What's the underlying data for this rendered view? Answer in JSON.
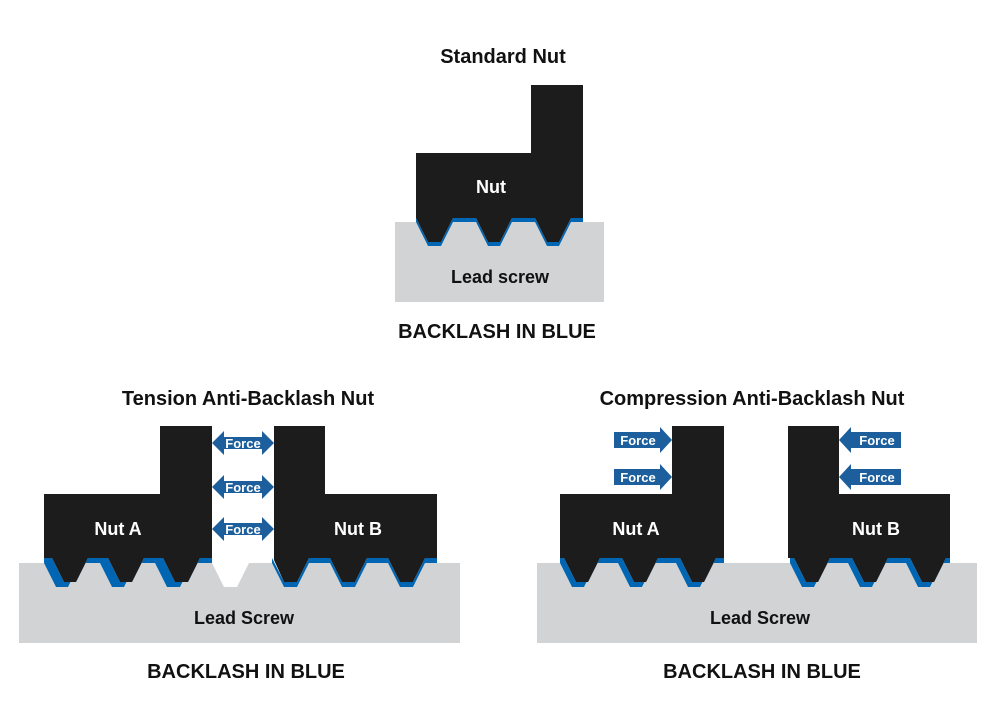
{
  "colors": {
    "nut": "#1c1c1c",
    "screw": "#d2d3d5",
    "backlash": "#0066b3",
    "arrow": "#1c5f9c",
    "text_dark": "#111111",
    "text_light": "#ffffff"
  },
  "standard": {
    "title": "Standard Nut",
    "nut_label": "Nut",
    "screw_label": "Lead screw",
    "caption": "BACKLASH IN BLUE"
  },
  "tension": {
    "title": "Tension Anti-Backlash Nut",
    "nut_a_label": "Nut A",
    "nut_b_label": "Nut B",
    "screw_label": "Lead Screw",
    "forces": [
      "Force",
      "Force",
      "Force"
    ],
    "caption": "BACKLASH IN BLUE"
  },
  "compression": {
    "title": "Compression Anti-Backlash Nut",
    "nut_a_label": "Nut A",
    "nut_b_label": "Nut B",
    "screw_label": "Lead Screw",
    "forces_left": [
      "Force",
      "Force"
    ],
    "forces_right": [
      "Force",
      "Force"
    ],
    "caption": "BACKLASH IN BLUE"
  }
}
